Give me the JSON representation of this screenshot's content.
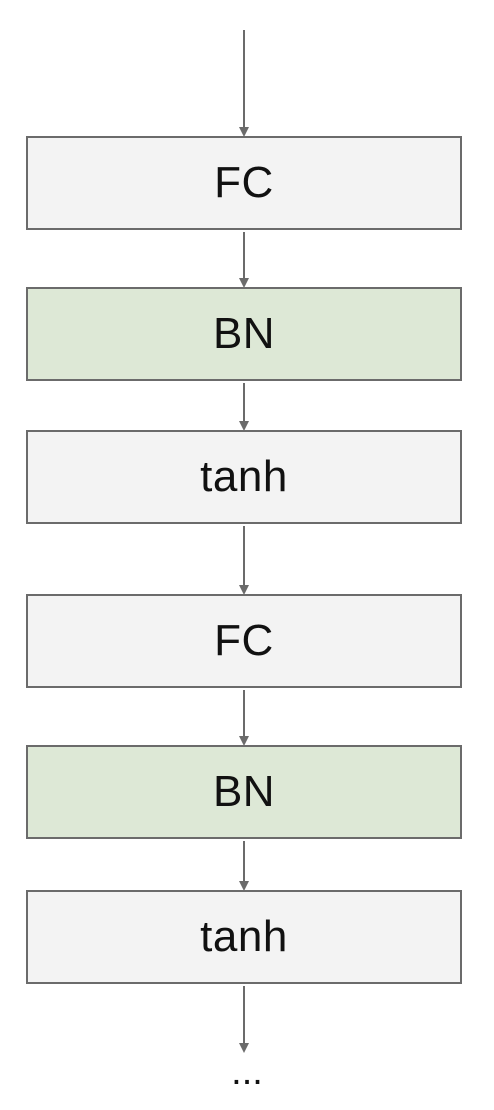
{
  "colors": {
    "block_default": "#f3f3f3",
    "block_norm": "#dde8d6",
    "border": "#6b6b6b",
    "arrow": "#6b6b6b"
  },
  "blocks": [
    {
      "label": "FC",
      "kind": "default"
    },
    {
      "label": "BN",
      "kind": "norm"
    },
    {
      "label": "tanh",
      "kind": "default"
    },
    {
      "label": "FC",
      "kind": "default"
    },
    {
      "label": "BN",
      "kind": "norm"
    },
    {
      "label": "tanh",
      "kind": "default"
    }
  ],
  "continuation": "..."
}
